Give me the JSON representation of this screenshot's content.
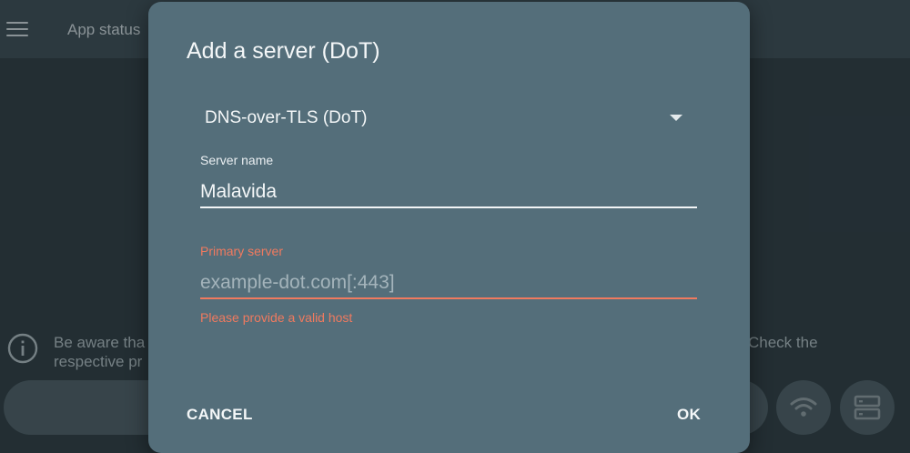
{
  "app": {
    "title": "App status",
    "notice_left": [
      "Be aware tha",
      "respective pr"
    ],
    "notice_right": "Check the"
  },
  "dialog": {
    "title": "Add a server (DoT)",
    "protocol": {
      "selected": "DNS-over-TLS (DoT)"
    },
    "server_name": {
      "label": "Server name",
      "value": "Malavida"
    },
    "primary_server": {
      "label": "Primary server",
      "value": "",
      "placeholder": "example-dot.com[:443]",
      "error": "Please provide a valid host"
    },
    "cancel_label": "CANCEL",
    "ok_label": "OK"
  },
  "colors": {
    "dialog_bg": "#546e7a",
    "error": "#f07a5f",
    "background": "#2b383e"
  },
  "icons": [
    "menu-icon",
    "info-icon",
    "dropdown-arrow-icon",
    "wifi-icon",
    "server-icon"
  ]
}
